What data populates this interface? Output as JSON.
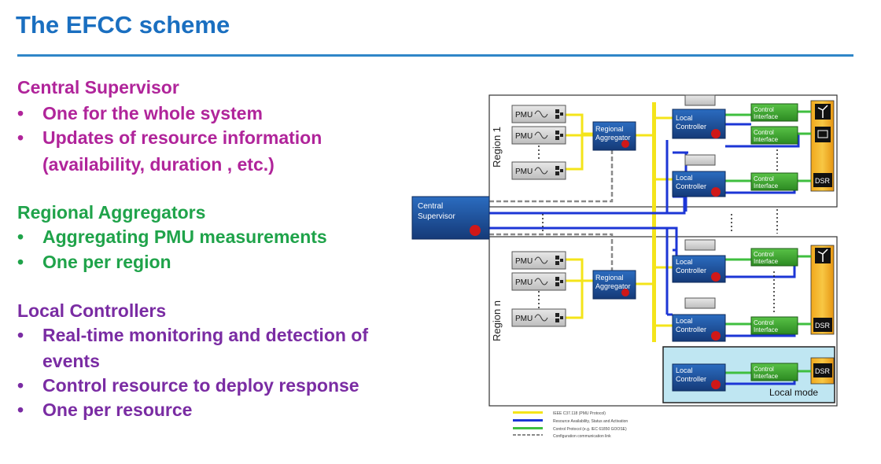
{
  "slide": {
    "title": "The EFCC scheme"
  },
  "sections": [
    {
      "heading": "Central Supervisor",
      "bullets": [
        "One for the whole system",
        "Updates of resource information",
        "(availability, duration , etc.)"
      ]
    },
    {
      "heading": "Regional Aggregators",
      "bullets": [
        "Aggregating PMU measurements",
        "One per region"
      ]
    },
    {
      "heading": "Local Controllers",
      "bullets": [
        "Real-time monitoring and detection of",
        "events",
        "Control resource to deploy response",
        "One per resource"
      ]
    }
  ],
  "diagram": {
    "bullet_char": "•",
    "central_supervisor": [
      "Central",
      "Supervisor"
    ],
    "region_1": "Region 1",
    "region_n": "Region n",
    "pmu_label": "PMU",
    "regional_aggregator": [
      "Regional",
      "Aggregator"
    ],
    "local_controller": [
      "Local",
      "Controller"
    ],
    "control_interface": [
      "Control",
      "Interface"
    ],
    "dsr": "DSR",
    "local_mode": "Local mode",
    "legend": [
      {
        "label": "IEEE C37.118 (PMU Protocol)",
        "color": "#f4e41a"
      },
      {
        "label": "Resource Availability, Status and Activation",
        "color": "#1c36d6"
      },
      {
        "label": "Control Protocol (e.g. IEC 61850 GOOSE)",
        "color": "#3fbf3f"
      },
      {
        "label": "Configuration communication link",
        "color": "#8a8a8a"
      }
    ],
    "colors": {
      "blue_box": "#1e4f9a",
      "green_box": "#3aa62c",
      "yellow_line": "#f4e41a",
      "blue_line": "#1c36d6",
      "local_mode_bg": "#bfe6f2"
    }
  }
}
